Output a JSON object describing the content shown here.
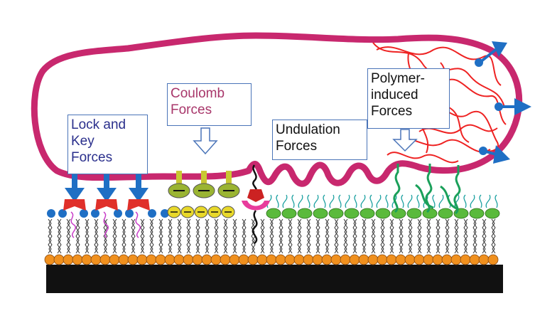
{
  "labels": {
    "lock_key": "Lock and\nKey\nForces",
    "coulomb": "Coulomb\nForces",
    "undulation": "Undulation\nForces",
    "polymer": "Polymer-\ninduced\nForces"
  },
  "colors": {
    "vesicle_membrane": "#c8286e",
    "polymer_chains": "#ee2222",
    "arrows": "#1f6fc4",
    "substrate": "#111111",
    "lipid_head": "#f0901e",
    "lipid_head_green": "#5aba3c",
    "tether": "#1aa05a",
    "lock": "#e0302a",
    "coulomb_charge": "#c8c832",
    "hollow_arrow": "#4a74b8"
  },
  "icons": [
    "lock-key-arrow-icon",
    "hollow-down-arrow-icon",
    "polymer-end-arrow-icon",
    "coulomb-charge-icon"
  ]
}
